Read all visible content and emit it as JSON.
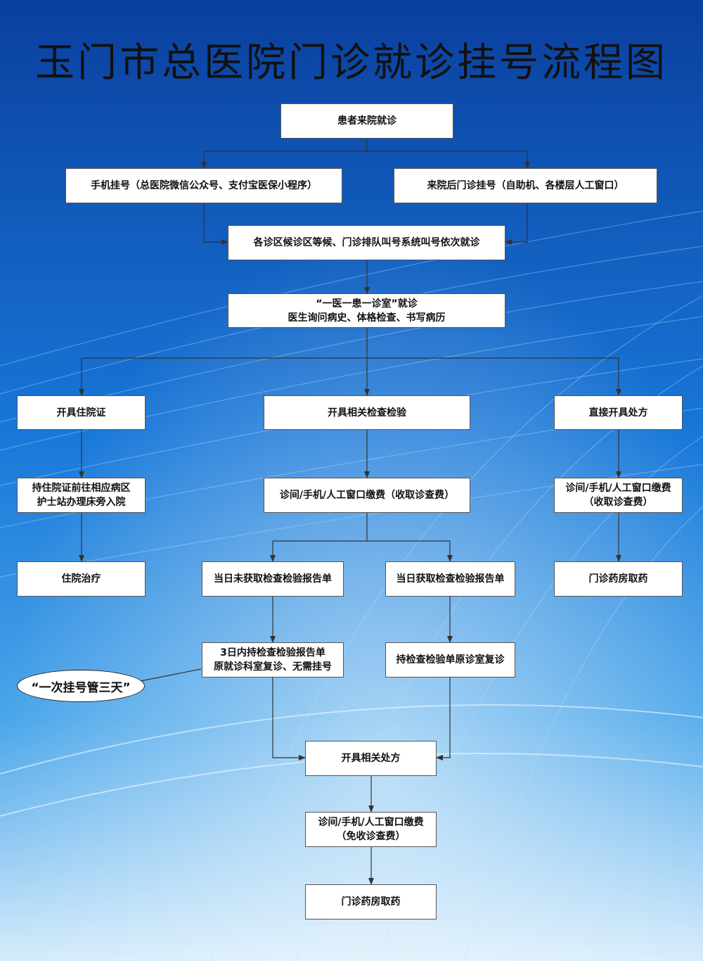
{
  "title": "玉门市总医院门诊就诊挂号流程图",
  "colors": {
    "bg_top": "#0a3f9e",
    "bg_mid": "#1877d8",
    "bg_bottom": "#d6ecfb",
    "line": "#333333"
  },
  "nodes": {
    "start": [
      "患者来院就诊"
    ],
    "mobile_reg": [
      "手机挂号（总医院微信公众号、支付宝医保小程序）"
    ],
    "onsite_reg": [
      "来院后门诊挂号（自助机、各楼层人工窗口）"
    ],
    "waiting": [
      "各诊区候诊区等候、门诊排队叫号系统叫号依次就诊"
    ],
    "consult": [
      "“一医一患一诊室”就诊",
      "医生询问病史、体格检查、书写病历"
    ],
    "admission_cert": [
      "开具住院证"
    ],
    "exam_order": [
      "开具相关检查检验"
    ],
    "direct_rx": [
      "直接开具处方"
    ],
    "admission_proc": [
      "持住院证前往相应病区",
      "护士站办理床旁入院"
    ],
    "exam_pay": [
      "诊间/手机/人工窗口缴费（收取诊查费）"
    ],
    "rx_pay": [
      "诊间/手机/人工窗口缴费",
      "（收取诊查费）"
    ],
    "inpatient": [
      "住院治疗"
    ],
    "report_not_same_day": [
      "当日未获取检查检验报告单"
    ],
    "report_same_day": [
      "当日获取检查检验报告单"
    ],
    "pharmacy_right": [
      "门诊药房取药"
    ],
    "revisit_3days": [
      "3日内持检查检验报告单",
      "原就诊科室复诊、无需挂号"
    ],
    "revisit_same": [
      "持检查检验单原诊室复诊"
    ],
    "related_rx": [
      "开具相关处方"
    ],
    "final_pay": [
      "诊间/手机/人工窗口缴费",
      "（免收诊查费）"
    ],
    "pharmacy_final": [
      "门诊药房取药"
    ]
  },
  "callout": "“一次挂号管三天”"
}
